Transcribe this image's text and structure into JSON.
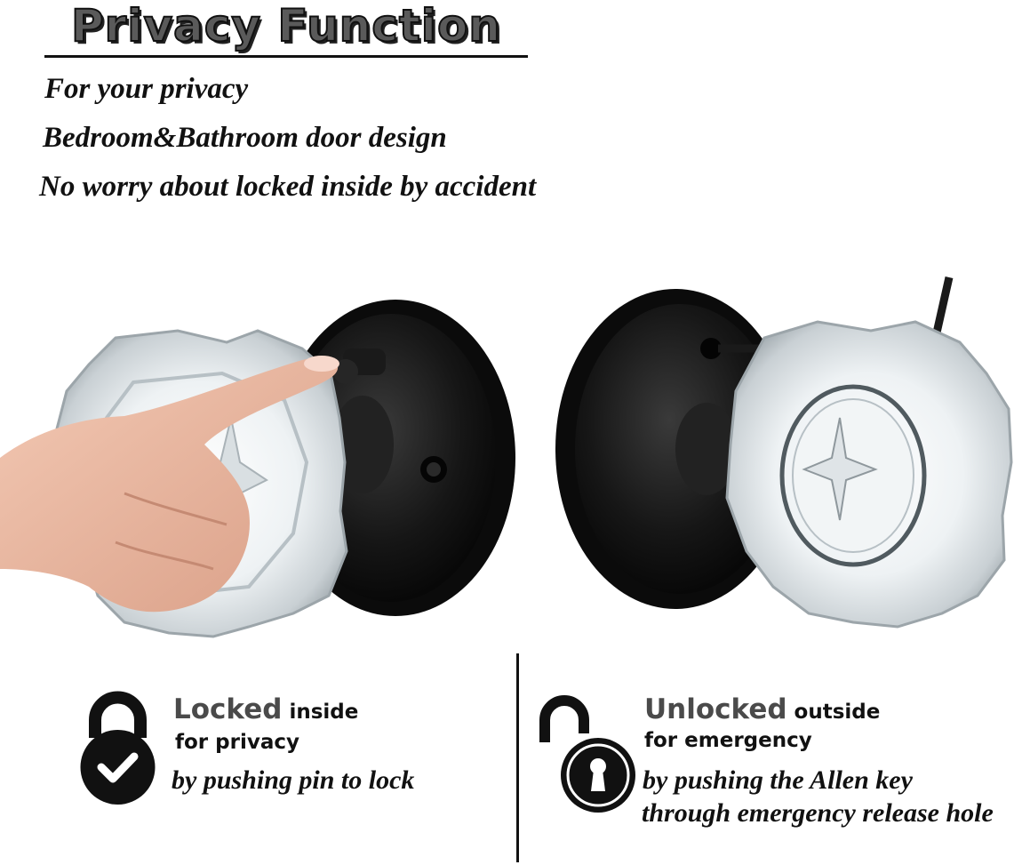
{
  "header": {
    "title": "Privacy Function",
    "bullets": [
      "For your privacy",
      "Bedroom&Bathroom door design",
      "No worry about locked inside by accident"
    ]
  },
  "locked": {
    "strong": "Locked",
    "rest": " inside",
    "line2": "for privacy",
    "line3": "by pushing pin to lock"
  },
  "unlocked": {
    "strong": "Unlocked",
    "rest": " outside",
    "line2": "for emergency",
    "line3": "by pushing the Allen key",
    "line4": "through emergency release hole"
  },
  "colors": {
    "text": "#111111",
    "accent_gray": "#4a4a4a",
    "hardware_black": "#141414"
  }
}
